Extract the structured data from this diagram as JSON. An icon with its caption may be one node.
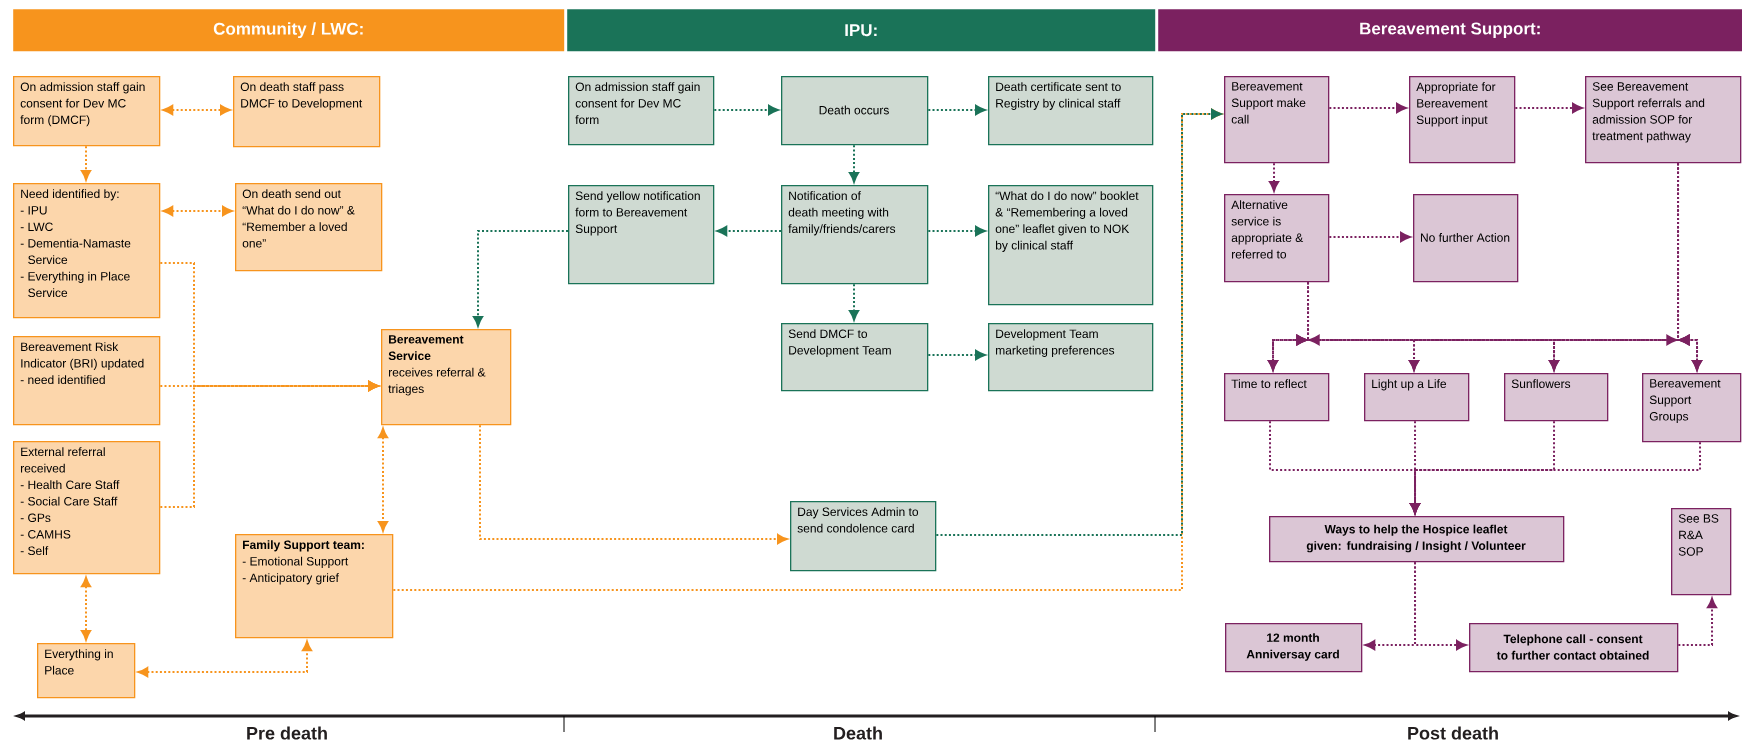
{
  "diagram": {
    "nodes": [
      {
        "text": [
          "Community / LWC:"
        ]
      },
      {
        "text": [
          "IPU:"
        ]
      },
      {
        "text": [
          "Bereavement Support:"
        ]
      },
      {
        "text": [
          "On admission staff gain consent for Dev MC form (DMCF)"
        ]
      },
      {
        "text": [
          "On death staff pass DMCF to Development"
        ]
      },
      {
        "text": [
          "Need identified by:",
          "- IPU",
          "- LWC",
          "- Dementia-Namaste Service",
          "- Everything in Place Service"
        ]
      },
      {
        "text": [
          "On death send out “What do I do now” & “Remember a loved one”"
        ]
      },
      {
        "text": [
          "Bereavement Risk Indicator (BRI) updated",
          "- need identified"
        ]
      },
      {
        "text": [
          "External referral received",
          "- Health Care Staff",
          "- Social Care Staff",
          "- GPs",
          "- CAMHS",
          "- Self"
        ]
      },
      {
        "text": [
          "Everything in Place"
        ]
      },
      {
        "text": [
          "Bereavement Service",
          "receives referral & triages"
        ]
      },
      {
        "text": [
          "Family Support team:",
          "- Emotional Support",
          "- Anticipatory grief"
        ]
      },
      {
        "text": [
          "On admission staff gain consent for Dev MC form"
        ]
      },
      {
        "text": [
          "Death occurs"
        ]
      },
      {
        "text": [
          "Death certificate sent to Registry by clinical staff"
        ]
      },
      {
        "text": [
          "Send yellow notification form to Bereavement Support"
        ]
      },
      {
        "text": [
          "Notification of death meeting with family/friends/carers"
        ]
      },
      {
        "text": [
          "“What do I do now” booklet & “Remembering a loved one” leaflet given to NOK by clinical staff"
        ]
      },
      {
        "text": [
          "Send DMCF to Development Team"
        ]
      },
      {
        "text": [
          "Development Team marketing preferences"
        ]
      },
      {
        "text": [
          "Day Services Admin to send condolence card"
        ]
      },
      {
        "text": [
          "Bereavement Support make call"
        ]
      },
      {
        "text": [
          "Appropriate for Bereavement Support input"
        ]
      },
      {
        "text": [
          "See Bereavement Support referrals and admission SOP for treatment pathway"
        ]
      },
      {
        "text": [
          "Alternative service is appropriate & referred to"
        ]
      },
      {
        "text": [
          "No further Action"
        ]
      },
      {
        "text": [
          "Time to reflect"
        ]
      },
      {
        "text": [
          "Light up a Life"
        ]
      },
      {
        "text": [
          "Sunflowers"
        ]
      },
      {
        "text": [
          "Bereavement Support Groups"
        ]
      },
      {
        "text": [
          "Ways to help the Hospice leaflet given: fundraising / Insight / Volunteer"
        ]
      },
      {
        "text": [
          "12 month Anniversay card"
        ]
      },
      {
        "text": [
          "Telephone call - consent to further contact obtained"
        ]
      },
      {
        "text": [
          "See BS R&A SOP"
        ]
      }
    ],
    "edges": [
      {
        "from": 3,
        "to": 4,
        "arrow": "both",
        "color": "#f7941d"
      },
      {
        "from": 3,
        "to": 5,
        "arrow": "to",
        "color": "#f7941d"
      },
      {
        "from": 5,
        "to": 6,
        "arrow": "both",
        "color": "#f7941d"
      },
      {
        "from": 5,
        "to": 10,
        "arrow": "to",
        "color": "#f7941d"
      },
      {
        "from": 7,
        "to": 10,
        "arrow": "to",
        "color": "#f7941d"
      },
      {
        "from": 8,
        "to": 10,
        "arrow": "to",
        "color": "#f7941d"
      },
      {
        "from": 8,
        "to": 9,
        "arrow": "both",
        "color": "#f7941d"
      },
      {
        "from": 9,
        "to": 11,
        "arrow": "both",
        "color": "#f7941d"
      },
      {
        "from": 10,
        "to": 11,
        "arrow": "both",
        "color": "#f7941d"
      },
      {
        "from": 10,
        "to": 20,
        "arrow": "to",
        "color": "#f7941d"
      },
      {
        "from": 11,
        "to": 21,
        "arrow": "to",
        "color": "#f7941d"
      },
      {
        "from": 12,
        "to": 13,
        "arrow": "to",
        "color": "#1a7358"
      },
      {
        "from": 13,
        "to": 14,
        "arrow": "to",
        "color": "#1a7358"
      },
      {
        "from": 13,
        "to": 16,
        "arrow": "to",
        "color": "#1a7358"
      },
      {
        "from": 16,
        "to": 15,
        "arrow": "to",
        "color": "#1a7358"
      },
      {
        "from": 16,
        "to": 17,
        "arrow": "to",
        "color": "#1a7358"
      },
      {
        "from": 16,
        "to": 18,
        "arrow": "to",
        "color": "#1a7358"
      },
      {
        "from": 18,
        "to": 19,
        "arrow": "to",
        "color": "#1a7358"
      },
      {
        "from": 15,
        "to": 10,
        "arrow": "to",
        "color": "#1a7358"
      },
      {
        "from": 20,
        "to": 21,
        "arrow": "to",
        "color": "#1a7358"
      },
      {
        "from": 21,
        "to": 22,
        "arrow": "to"
      },
      {
        "from": 22,
        "to": 23,
        "arrow": "to"
      },
      {
        "from": 21,
        "to": 24,
        "arrow": "to"
      },
      {
        "from": 24,
        "to": 25,
        "arrow": "to"
      },
      {
        "from": 24,
        "to": 26,
        "arrow": "to"
      },
      {
        "from": 24,
        "to": 27,
        "arrow": "to"
      },
      {
        "from": 24,
        "to": 28,
        "arrow": "to"
      },
      {
        "from": 24,
        "to": 29,
        "arrow": "to"
      },
      {
        "from": 23,
        "to": 26,
        "arrow": "to"
      },
      {
        "from": 23,
        "to": 27,
        "arrow": "to"
      },
      {
        "from": 23,
        "to": 28,
        "arrow": "to"
      },
      {
        "from": 23,
        "to": 29,
        "arrow": "to"
      },
      {
        "from": 26,
        "to": 30,
        "arrow": "to"
      },
      {
        "from": 27,
        "to": 30,
        "arrow": "to"
      },
      {
        "from": 28,
        "to": 30,
        "arrow": "to"
      },
      {
        "from": 29,
        "to": 30,
        "arrow": "to"
      },
      {
        "from": 30,
        "to": 31,
        "arrow": "to"
      },
      {
        "from": 30,
        "to": 32,
        "arrow": "to"
      },
      {
        "from": 32,
        "to": 33,
        "arrow": "to"
      }
    ],
    "labels": [
      "Pre death",
      "Death",
      "Post death"
    ]
  }
}
